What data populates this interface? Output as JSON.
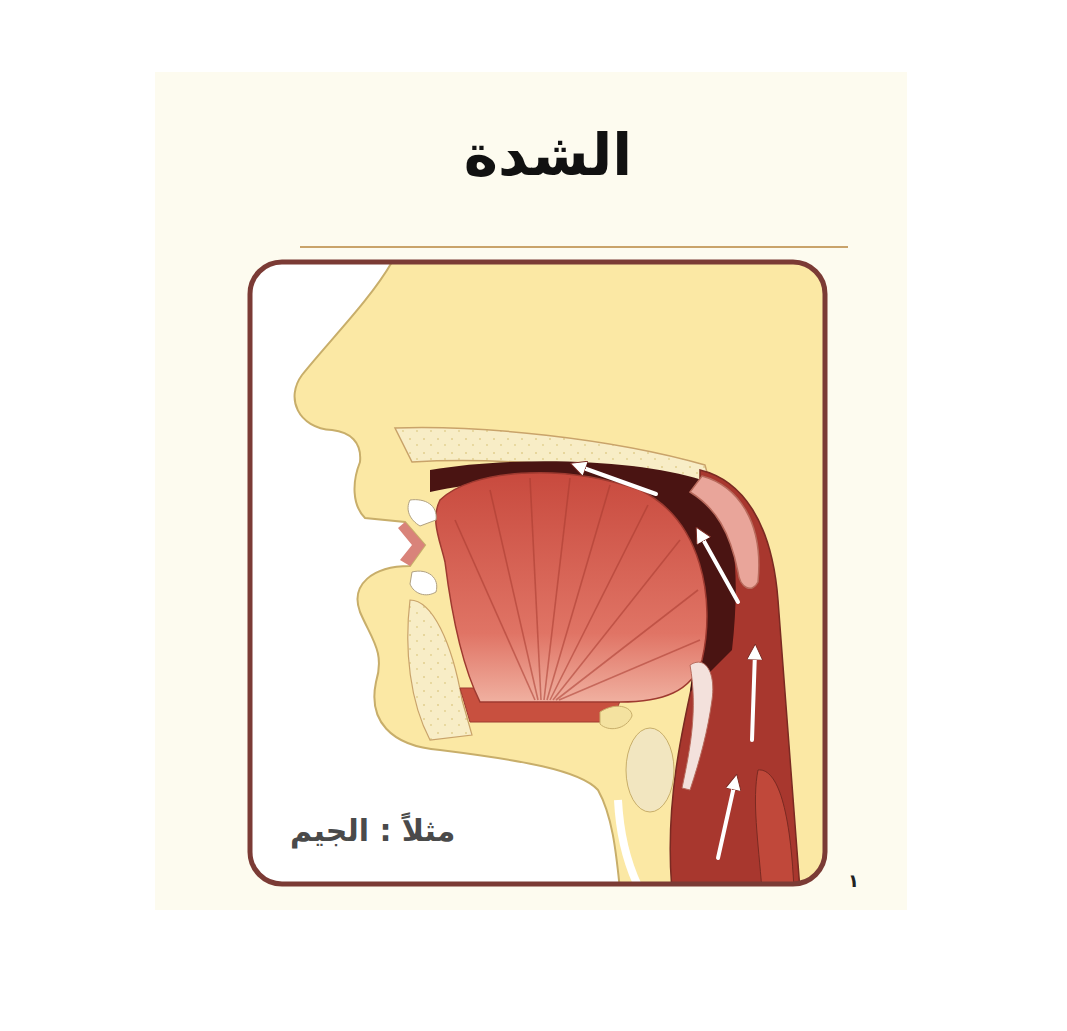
{
  "diagram": {
    "title": "الشدة",
    "labels": [
      "مثلاً : الجيم",
      "١"
    ]
  }
}
